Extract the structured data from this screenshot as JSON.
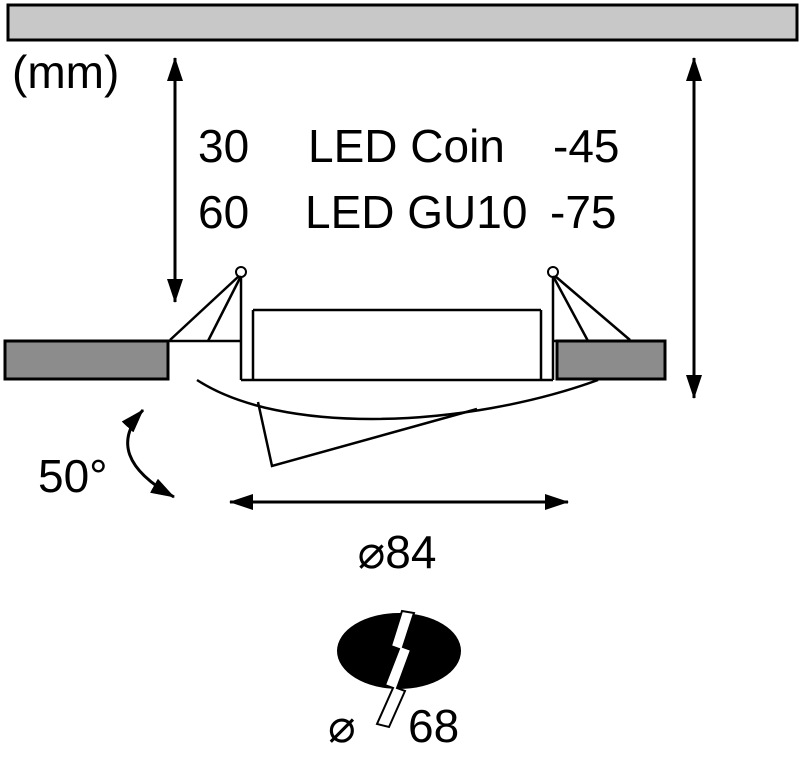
{
  "diagram": {
    "title": "recessed-spotlight-installation-dimensions",
    "unit_label": "(mm)",
    "depth_table": [
      {
        "recess_depth": "30",
        "lamp_type": "LED Coin",
        "total": "-45"
      },
      {
        "recess_depth": "60",
        "lamp_type": "LED GU10",
        "total": "-75"
      }
    ],
    "tilt_angle_label": "50°",
    "outer_diameter_label": "⌀84",
    "cutout_symbol": "⌀",
    "cutout_value": "68",
    "colors": {
      "ceiling_fill": "#c8c8c8",
      "ceiling_cut_fill": "#8c8c8c",
      "hole_fill": "#000000",
      "line": "#000000"
    }
  }
}
